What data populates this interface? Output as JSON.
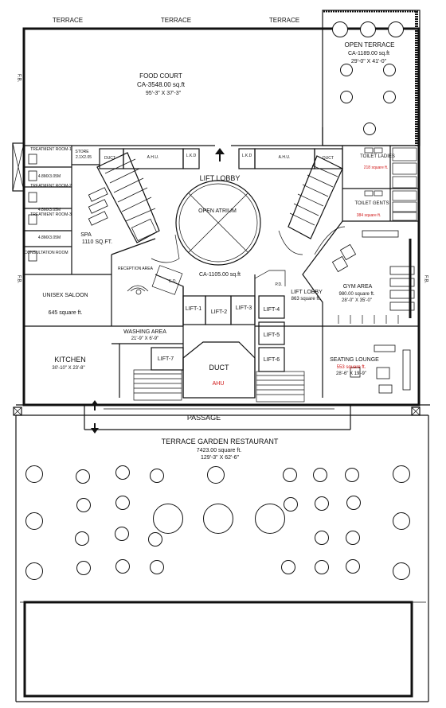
{
  "plan": {
    "terrace_top": [
      "TERRACE",
      "TERRACE",
      "TERRACE"
    ],
    "fb": "F.B.",
    "food_court": {
      "name": "FOOD COURT",
      "area": "CA-3548.00 sq.ft",
      "dims": "95'-3\" X 37'-3\""
    },
    "open_terrace": {
      "name": "OPEN TERRACE",
      "area": "CA-1189.00 sq.ft",
      "dims": "29'-0\" X 41'-0\""
    },
    "treatment_1": "TREATMENT ROOM-1",
    "treatment_2": "TREATMENT ROOM-2",
    "treatment_3": "TREATMENT ROOM-3",
    "treatment_size": "4.8MX3.05M",
    "consultation": "CONSULTATION ROOM",
    "store": {
      "name": "STORE",
      "dims": "2.1X2.05"
    },
    "duct": "DUCT",
    "ahu": "A.H.U.",
    "lkd": "L.K.D",
    "lift_lobby_top": "LIFT LOBBY",
    "open_atrium": "OPEN ATRIUM",
    "atrium_area": "CA-1105.00 sq.ft",
    "spa": {
      "name": "SPA",
      "area": "1110 SQ.FT."
    },
    "reception": "RECEPTION AREA",
    "ed": "E.D.",
    "pd": "P.D.",
    "toilet_ladies": {
      "name": "TOILET LADIES",
      "area": "218 square ft."
    },
    "toilet_gents": {
      "name": "TOILET GENTS",
      "area": "384 square ft."
    },
    "unisex": {
      "name": "UNISEX SALOON",
      "area": "645 square ft."
    },
    "lifts": [
      "LIFT-1",
      "LIFT-2",
      "LIFT-3",
      "LIFT-4",
      "LIFT-5",
      "LIFT-6",
      "LIFT-7"
    ],
    "lift_lobby_right": {
      "name": "LIFT LOBBY",
      "area": "863 square ft."
    },
    "gym": {
      "name": "GYM AREA",
      "area": "980.00 square ft.",
      "dims": "28'-0\" X 35'-0\""
    },
    "washing": {
      "name": "WASHING AREA",
      "dims": "21'-9\" X 6'-9\""
    },
    "kitchen": {
      "name": "KITCHEN",
      "dims": "30'-10\" X 23'-8\""
    },
    "duct_center": "DUCT",
    "ahu_center": "AHU",
    "seating": {
      "name": "SEATING LOUNGE",
      "area": "553 square ft.",
      "dims": "28'-6\" X 19'-9\""
    },
    "passage": "PASSAGE",
    "restaurant": {
      "name": "TERRACE GARDEN RESTAURANT",
      "area": "7423.00 square ft.",
      "dims": "129'-3\" X 62'-6\""
    },
    "accent_red": "#d01515"
  }
}
